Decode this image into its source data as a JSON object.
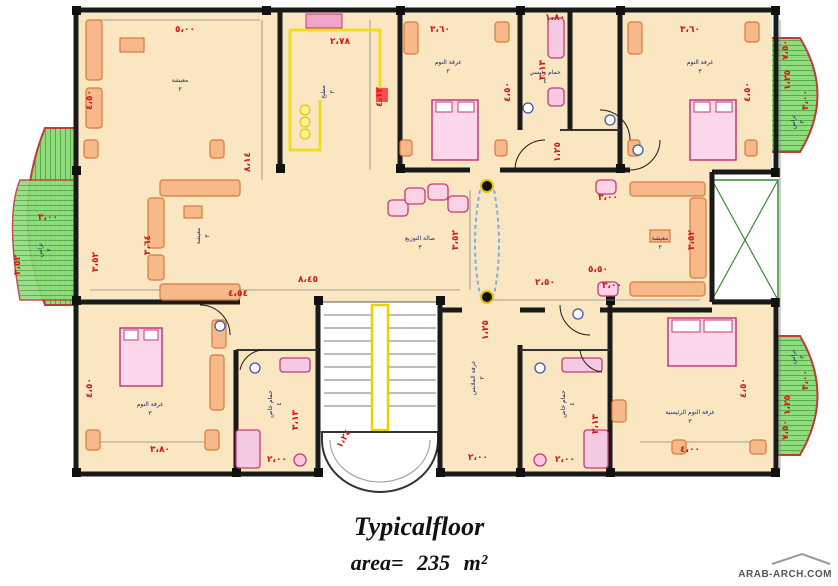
{
  "drawing_title": "Typicalfloor",
  "area": {
    "label": "area=",
    "value": "235",
    "unit": "m²"
  },
  "logo_text": "ARAB-ARCH.COM",
  "rooms": [
    {
      "key": "sitting_nw",
      "name": "معيشة",
      "num": "٣"
    },
    {
      "key": "kitchen",
      "name": "مطبخ",
      "num": "٣"
    },
    {
      "key": "guest_bed_n",
      "name": "غرفة النوم",
      "num": "٣"
    },
    {
      "key": "bath_n",
      "name": "حمام رئيسي",
      "num": "٤"
    },
    {
      "key": "bed_ne",
      "name": "غرفة النوم",
      "num": "٣"
    },
    {
      "key": "living_w",
      "name": "معيشة",
      "num": "٣"
    },
    {
      "key": "hall",
      "name": "صالة التوزيع",
      "num": "٣"
    },
    {
      "key": "sitting_e",
      "name": "معيشة",
      "num": "٣"
    },
    {
      "key": "bed_sw",
      "name": "غرفة النوم",
      "num": "٣"
    },
    {
      "key": "bath_sw",
      "name": "حمام خاص",
      "num": "٤"
    },
    {
      "key": "dress",
      "name": "غرفة الملابس",
      "num": "٣"
    },
    {
      "key": "bath_se",
      "name": "حمام خاص",
      "num": "٤"
    },
    {
      "key": "master",
      "name": "غرفة النوم الرئيسية",
      "num": "٣"
    },
    {
      "key": "balc_w",
      "name": "تراس",
      "num": "٣"
    },
    {
      "key": "balc_ne",
      "name": "تراس",
      "num": "٣"
    },
    {
      "key": "balc_se",
      "name": "تراس",
      "num": "٣"
    }
  ],
  "dims": [
    {
      "key": "sitting_w",
      "text": "٥،٠٠"
    },
    {
      "key": "sitting_h",
      "text": "٤،٥٠"
    },
    {
      "key": "kitchen_w",
      "text": "٢،٧٨"
    },
    {
      "key": "kitchen_h",
      "text": "٤،١٢"
    },
    {
      "key": "bed_n_w",
      "text": "٣،٦٠"
    },
    {
      "key": "bed_n_h",
      "text": "٤،٥٠"
    },
    {
      "key": "bath_n_w",
      "text": "١،٨٠"
    },
    {
      "key": "bath_n_h",
      "text": "٣،١٣"
    },
    {
      "key": "corr_n",
      "text": "١،٢٥"
    },
    {
      "key": "bed_ne_w",
      "text": "٣،٦٠"
    },
    {
      "key": "bed_ne_h",
      "text": "٤،٥٠"
    },
    {
      "key": "balc_ne_w",
      "text": "٧،٥٠"
    },
    {
      "key": "balc_ne_a",
      "text": "١،٢٥"
    },
    {
      "key": "balc_ne_b",
      "text": "٣،٠٠"
    },
    {
      "key": "center_v",
      "text": "٨،١٤"
    },
    {
      "key": "living_h",
      "text": "٣،٦٤"
    },
    {
      "key": "living_w",
      "text": "٤،٥٤"
    },
    {
      "key": "center_w",
      "text": "٨،٤٥"
    },
    {
      "key": "hall_v",
      "text": "٣،٥٢"
    },
    {
      "key": "hall_w",
      "text": "٢،٥٠"
    },
    {
      "key": "e_w",
      "text": "٣،٠٠"
    },
    {
      "key": "e_h",
      "text": "٣،٥٢"
    },
    {
      "key": "e_b",
      "text": "٥،٥٠"
    },
    {
      "key": "e_c",
      "text": "٣،٠٠"
    },
    {
      "key": "balc_w_w",
      "text": "٣،٠٠"
    },
    {
      "key": "balc_w_a",
      "text": "٣،٥٢"
    },
    {
      "key": "balc_w_b",
      "text": "٣،٥٢"
    },
    {
      "key": "bed_sw_h",
      "text": "٤،٥٠"
    },
    {
      "key": "bed_sw_w",
      "text": "٣،٨٠"
    },
    {
      "key": "bath_sw_w",
      "text": "٢،٠٠"
    },
    {
      "key": "bath_sw_h",
      "text": "٣،١٣"
    },
    {
      "key": "stair",
      "text": "١،٢٤"
    },
    {
      "key": "dress_v",
      "text": "١،٢٥"
    },
    {
      "key": "dress_w",
      "text": "٢،٠٠"
    },
    {
      "key": "bath_se_w",
      "text": "٢،٠٠"
    },
    {
      "key": "bath_se_h",
      "text": "٣،١٣"
    },
    {
      "key": "master_w",
      "text": "٤،٠٠"
    },
    {
      "key": "master_h",
      "text": "٤،٥٠"
    },
    {
      "key": "balc_se_w",
      "text": "٧،٥٠"
    },
    {
      "key": "balc_se_a",
      "text": "١،٢٥"
    },
    {
      "key": "balc_se_b",
      "text": "٣،٠٠"
    }
  ]
}
